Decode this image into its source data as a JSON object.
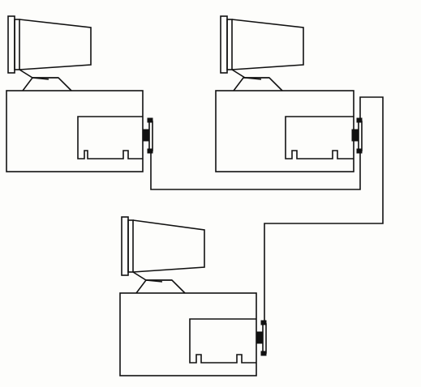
{
  "diagram": {
    "kind": "network-topology",
    "background_color": "#fdfdfb",
    "line_color": "#111111",
    "computers": [
      {
        "id": "computer-1",
        "parts": [
          "monitor",
          "stand",
          "system-unit",
          "network-card",
          "bnc-t-connector"
        ]
      },
      {
        "id": "computer-2",
        "parts": [
          "monitor",
          "stand",
          "system-unit",
          "network-card",
          "bnc-t-connector"
        ]
      },
      {
        "id": "computer-3",
        "parts": [
          "monitor",
          "stand",
          "system-unit",
          "network-card",
          "bnc-t-connector"
        ]
      }
    ],
    "connections": [
      {
        "from": "computer-1",
        "to": "computer-2",
        "type": "coaxial-cable"
      },
      {
        "from": "computer-2",
        "to": "computer-3",
        "type": "coaxial-cable"
      }
    ]
  }
}
